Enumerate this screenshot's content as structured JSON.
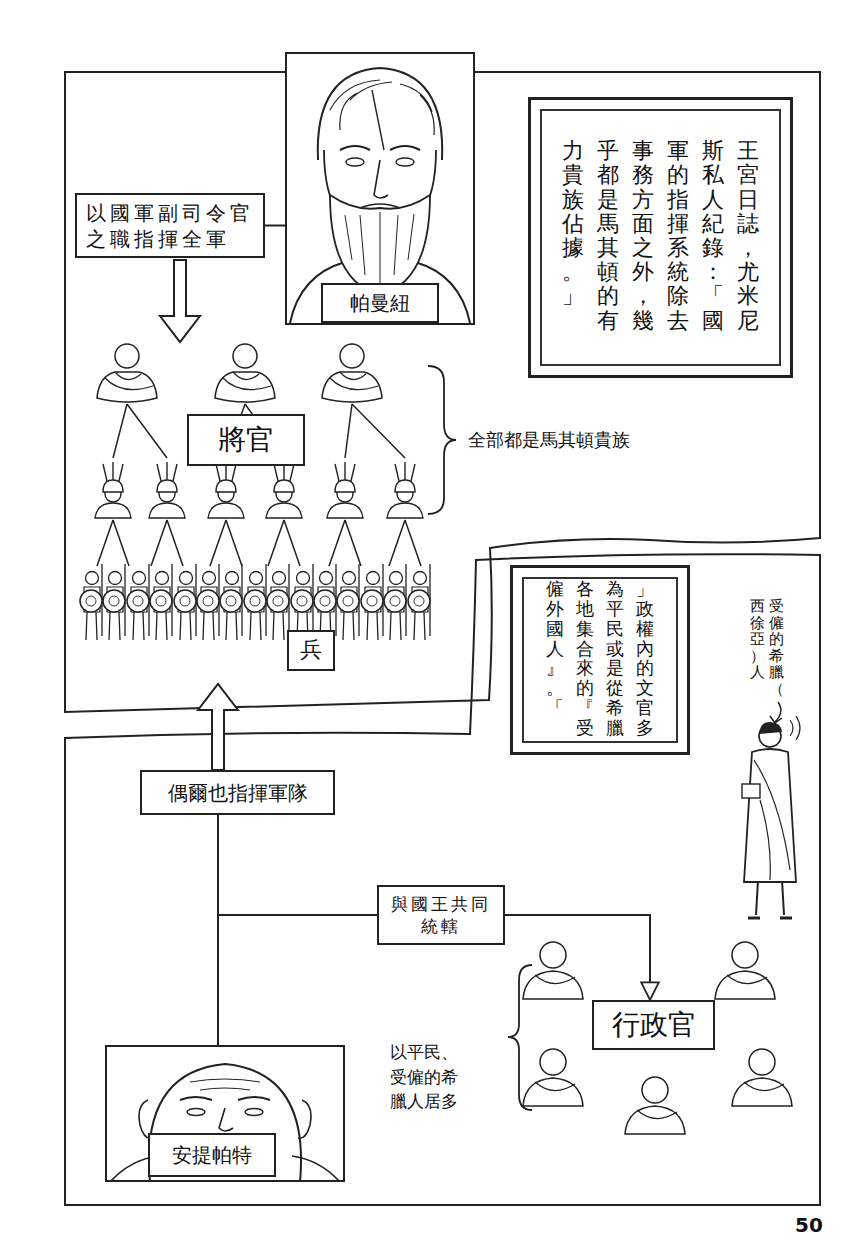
{
  "diagram": {
    "nodes": [
      {
        "text": [
          "以國軍副司令官之職指揮全軍"
        ]
      },
      {
        "text": [
          "帕曼紐"
        ]
      },
      {
        "text": [
          "王宮日誌，尤米尼斯私人紀錄：「國軍的指揮系統除去事務方面之外，幾乎都是馬其頓的有力貴族佔據。」"
        ]
      },
      {
        "text": [
          "將官"
        ]
      },
      {
        "text": [
          "兵"
        ]
      },
      {
        "text": [
          "「政權內的文官多為平民或是從希臘各地集合來的『受僱外國人』。」"
        ]
      },
      {
        "text": [
          "偶爾也指揮軍隊"
        ]
      },
      {
        "text": [
          "與國王共同統轄"
        ]
      },
      {
        "text": [
          "安提帕特"
        ]
      },
      {
        "text": [
          "行政官"
        ]
      }
    ],
    "edges": [
      {
        "from": 1,
        "to": 0,
        "arrow": "none"
      },
      {
        "from": 8,
        "to": 6,
        "arrow": "none"
      },
      {
        "from": 8,
        "to": 7,
        "arrow": "none"
      },
      {
        "from": 7,
        "to": 9,
        "arrow": "to"
      }
    ],
    "labels": [
      "全部都是馬其頓貴族",
      "受僱的希臘（西徐亞）人",
      "以平民、受僱的希臘人居多",
      "50"
    ]
  }
}
